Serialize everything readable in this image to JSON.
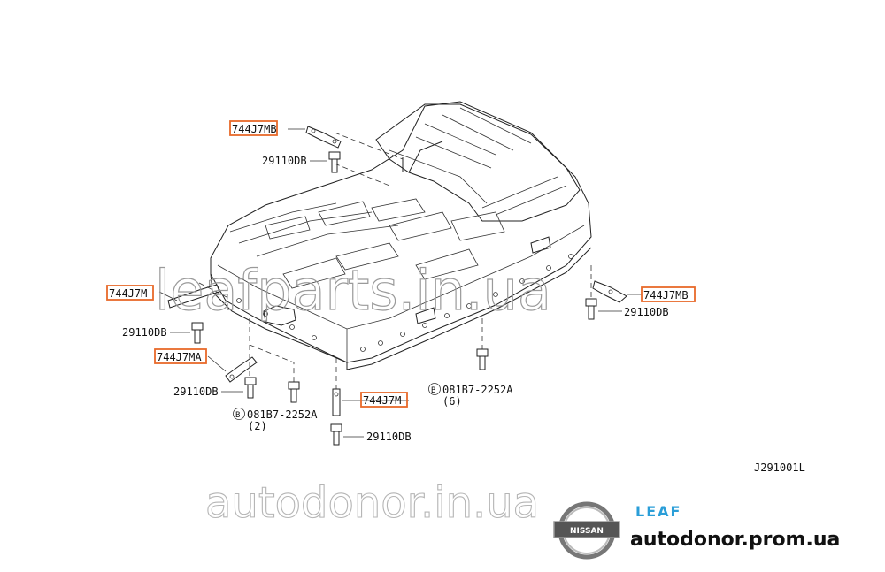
{
  "diagram": {
    "code": "J291001L",
    "parts": {
      "bracket_mb_top": "744J7MB",
      "bracket_mb_right": "744J7MB",
      "bracket_m_left": "744J7M",
      "bracket_ma": "744J7MA",
      "bracket_m_center": "744J7M",
      "bolt_1": "29110DB",
      "bolt_2": "29110DB",
      "bolt_3": "29110DB",
      "bolt_4": "29110DB",
      "bolt_5": "29110DB",
      "screw_left": "081B7-2252A",
      "screw_left_qty": "(2)",
      "screw_right": "081B7-2252A",
      "screw_right_qty": "(6)",
      "screw_mark": "B"
    }
  },
  "watermarks": {
    "top": "leafparts.in.ua",
    "bottom": "autodonor.in.ua"
  },
  "branding": {
    "nissan": "NISSAN",
    "leaf": "LEAF",
    "site": "autodonor.prom.ua"
  },
  "colors": {
    "highlight": "#e86a2a",
    "leaf_blue": "#2a9ed8"
  }
}
